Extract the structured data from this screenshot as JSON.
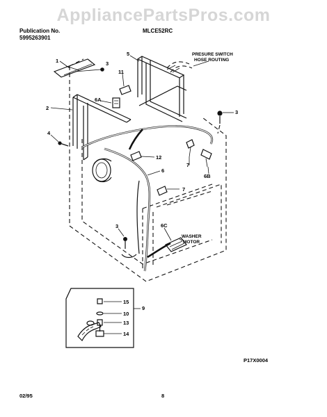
{
  "watermark": "AppliancePartsPros.com",
  "header": {
    "pub_label": "Publication No.",
    "pub_number": "5995263901",
    "model": "MLCE52RC"
  },
  "notes": {
    "pressure_switch_line1": "PRESURE SWITCH",
    "pressure_switch_line2": "HOSE ROUTING",
    "washer_motor_line1": "WASHER",
    "washer_motor_line2": "MOTOR"
  },
  "callouts": {
    "c1": "1",
    "c2": "2",
    "c3a": "3",
    "c3b": "3",
    "c3c": "3",
    "c4": "4",
    "c5": "5",
    "c6": "6",
    "c6a": "6A",
    "c6b": "6B",
    "c6c": "6C",
    "c7a": "7",
    "c7b": "7",
    "c9": "9",
    "c10": "10",
    "c11": "11",
    "c12": "12",
    "c13": "13",
    "c14": "14",
    "c15": "15"
  },
  "figure_code": "P17X0004",
  "footer": {
    "date": "02/95",
    "page": "8"
  }
}
